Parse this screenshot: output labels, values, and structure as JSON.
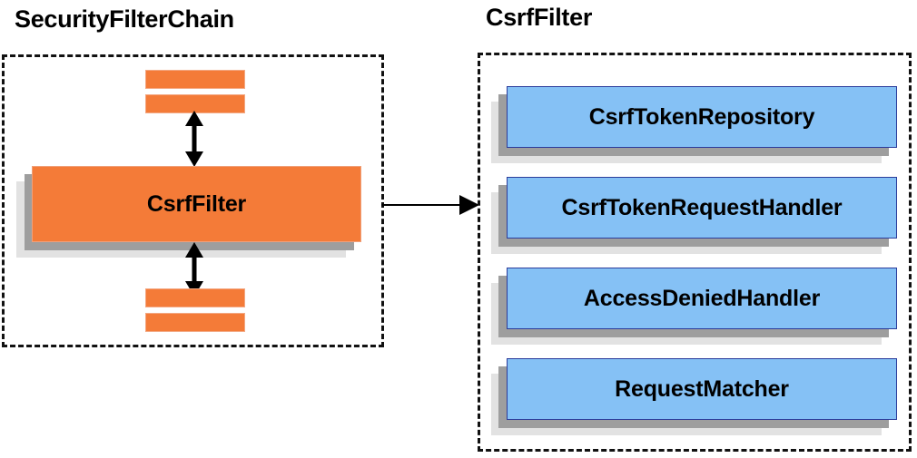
{
  "diagram": {
    "type": "architecture-component-diagram",
    "background": "#ffffff",
    "colors": {
      "orange_fill": "#f47b38",
      "blue_fill": "#85c1f5",
      "blue_border": "#2b3c9b",
      "shadow_dark": "#9e9e9e",
      "shadow_light": "#e2e2e2",
      "outline": "#111111",
      "text": "#000000"
    },
    "panels": [
      {
        "title": "SecurityFilterChain",
        "components": [
          {
            "label": "CsrfFilter",
            "style": "orange-card"
          }
        ],
        "filter_bars_above": 2,
        "filter_bars_below": 2
      },
      {
        "title": "CsrfFilter",
        "components": [
          {
            "label": "CsrfTokenRepository",
            "style": "blue-card"
          },
          {
            "label": "CsrfTokenRequestHandler",
            "style": "blue-card"
          },
          {
            "label": "AccessDeniedHandler",
            "style": "blue-card"
          },
          {
            "label": "RequestMatcher",
            "style": "blue-card"
          }
        ]
      }
    ],
    "connectors": [
      {
        "from": "filters-above",
        "to": "CsrfFilter",
        "kind": "double-arrow-vertical"
      },
      {
        "from": "CsrfFilter",
        "to": "filters-below",
        "kind": "double-arrow-vertical"
      },
      {
        "from": "SecurityFilterChain.CsrfFilter",
        "to": "CsrfFilter panel",
        "kind": "single-arrow-right"
      }
    ]
  }
}
